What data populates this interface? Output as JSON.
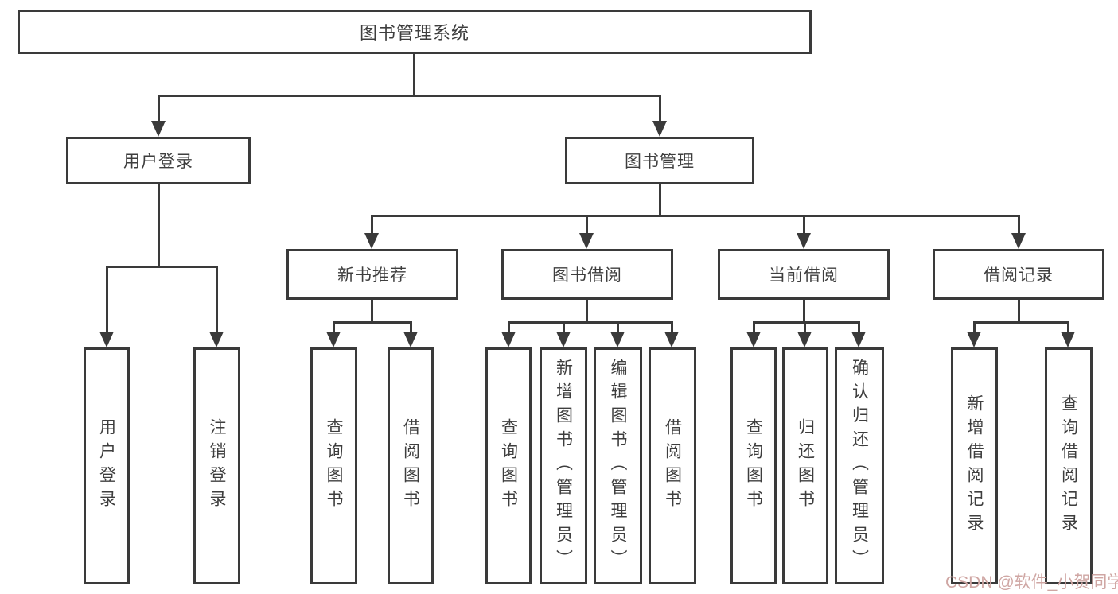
{
  "diagram": {
    "root": {
      "label": "图书管理系统"
    },
    "branches": [
      {
        "label": "用户登录",
        "children": [
          {
            "label": "用户登录"
          },
          {
            "label": "注销登录"
          }
        ]
      },
      {
        "label": "图书管理",
        "children": [
          {
            "label": "新书推荐",
            "children": [
              {
                "label": "查询图书"
              },
              {
                "label": "借阅图书"
              }
            ]
          },
          {
            "label": "图书借阅",
            "children": [
              {
                "label": "查询图书"
              },
              {
                "label": "新增图书（管理员）"
              },
              {
                "label": "编辑图书（管理员）"
              },
              {
                "label": "借阅图书"
              }
            ]
          },
          {
            "label": "当前借阅",
            "children": [
              {
                "label": "查询图书"
              },
              {
                "label": "归还图书"
              },
              {
                "label": "确认归还（管理员）"
              }
            ]
          },
          {
            "label": "借阅记录",
            "children": [
              {
                "label": "新增借阅记录"
              },
              {
                "label": "查询借阅记录"
              }
            ]
          }
        ]
      }
    ]
  },
  "watermark": {
    "text": "CSDN @软件_小贺同学",
    "color": "#cfa6a3"
  },
  "colors": {
    "line": "#3a3a3a",
    "text": "#3e3e3e",
    "background": "#ffffff"
  }
}
